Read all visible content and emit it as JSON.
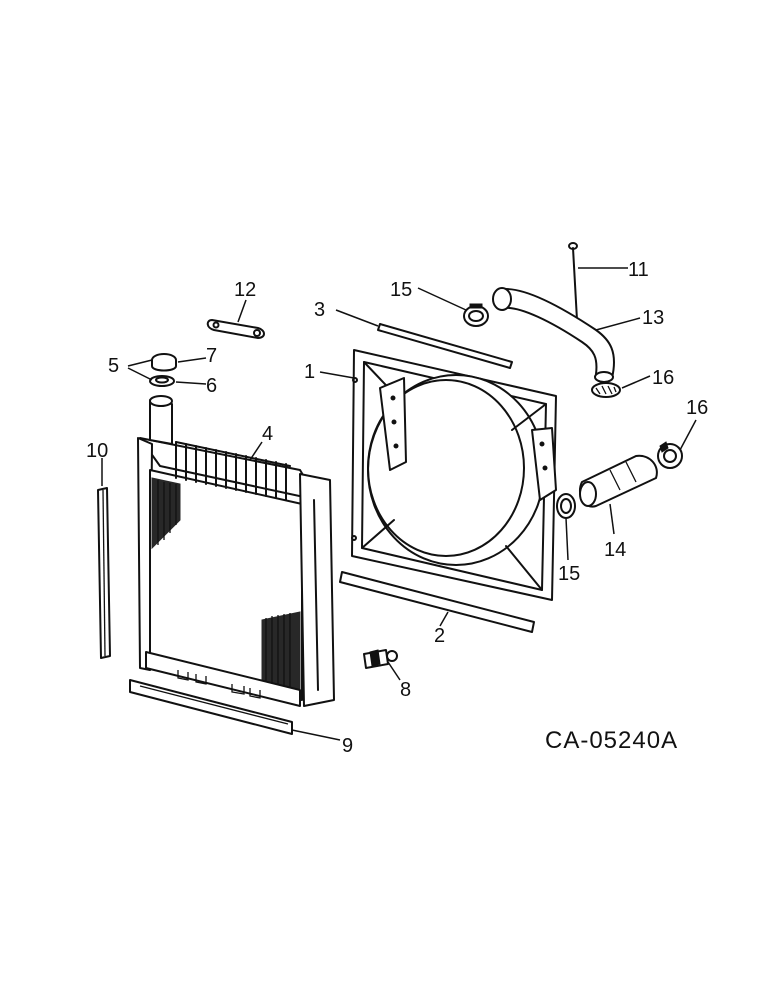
{
  "drawing_id": "CA-05240A",
  "callouts": {
    "c1": "1",
    "c2": "2",
    "c3": "3",
    "c4": "4",
    "c5": "5",
    "c6": "6",
    "c7": "7",
    "c8": "8",
    "c9": "9",
    "c10": "10",
    "c11": "11",
    "c12": "12",
    "c13": "13",
    "c14": "14",
    "c15a": "15",
    "c15b": "15",
    "c16a": "16",
    "c16b": "16"
  }
}
